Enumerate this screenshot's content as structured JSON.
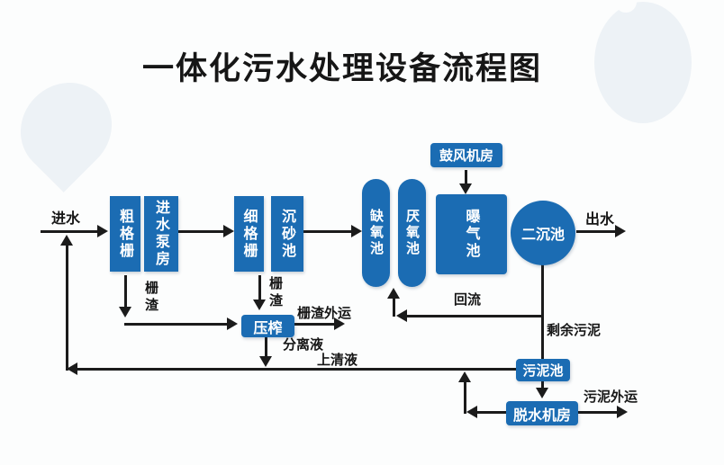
{
  "title": "一体化污水处理设备流程图",
  "colors": {
    "node_blue": "#1b6cb3",
    "line": "#1b1b1b",
    "bg": "#fcfdfd",
    "deco": "#edf2f6",
    "text_dark": "#161616"
  },
  "nodes": {
    "coarse_screen": {
      "label": "粗格栅"
    },
    "inlet_pump_house": {
      "label": "进水泵房"
    },
    "fine_screen": {
      "label": "细格栅"
    },
    "grit_chamber": {
      "label": "沉砂池"
    },
    "anoxic_tank": {
      "label": "缺氧池"
    },
    "anaerobic_tank": {
      "label": "厌氧池"
    },
    "aeration_tank": {
      "label": "曝气池"
    },
    "blower_room": {
      "label": "鼓风机房"
    },
    "secondary_clarifier": {
      "label": "二沉池"
    },
    "press": {
      "label": "压榨"
    },
    "sludge_tank": {
      "label": "污泥池"
    },
    "dewatering_room": {
      "label": "脱水机房"
    }
  },
  "flow_labels": {
    "inlet": "进水",
    "outlet": "出水",
    "screen_residue_coarse": "栅渣",
    "screen_residue_fine": "栅渣",
    "residue_outbound": "栅渣外运",
    "separated_liquid": "分离液",
    "supernatant": "上清液",
    "return_flow": "回流",
    "excess_sludge": "剩余污泥",
    "sludge_outbound": "污泥外运"
  }
}
